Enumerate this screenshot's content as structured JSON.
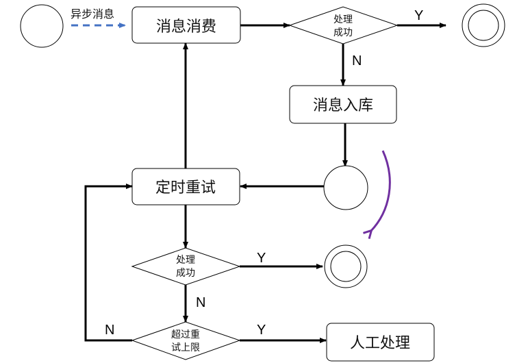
{
  "diagram": {
    "nodes": {
      "start": {
        "type": "circle",
        "label": ""
      },
      "consume": {
        "type": "process",
        "label": "消息消费"
      },
      "decision1": {
        "type": "decision",
        "line1": "处理",
        "line2": "成功"
      },
      "end1": {
        "type": "end",
        "label": ""
      },
      "store": {
        "type": "process",
        "label": "消息入库"
      },
      "junction": {
        "type": "circle",
        "label": ""
      },
      "retry": {
        "type": "process",
        "label": "定时重试"
      },
      "decision2": {
        "type": "decision",
        "line1": "处理",
        "line2": "成功"
      },
      "end2": {
        "type": "end",
        "label": ""
      },
      "decision3": {
        "type": "decision",
        "line1": "超过重",
        "line2": "试上限"
      },
      "manual": {
        "type": "process",
        "label": "人工处理"
      }
    },
    "edges": {
      "async": {
        "from": "start",
        "to": "consume",
        "label": "异步消息",
        "style": "dashed",
        "color": "#4472C4"
      },
      "consume_to_d1": {
        "from": "consume",
        "to": "decision1",
        "label": ""
      },
      "d1_yes": {
        "from": "decision1",
        "to": "end1",
        "label": "Y"
      },
      "d1_no": {
        "from": "decision1",
        "to": "store",
        "label": "N"
      },
      "store_to_junction": {
        "from": "store",
        "to": "junction",
        "label": ""
      },
      "junction_to_retry": {
        "from": "junction",
        "to": "retry",
        "label": ""
      },
      "retry_to_consume": {
        "from": "retry",
        "to": "consume",
        "label": ""
      },
      "retry_to_d2": {
        "from": "retry",
        "to": "decision2",
        "label": ""
      },
      "d2_yes": {
        "from": "decision2",
        "to": "end2",
        "label": "Y"
      },
      "d2_no": {
        "from": "decision2",
        "to": "decision3",
        "label": "N"
      },
      "d3_yes": {
        "from": "decision3",
        "to": "manual",
        "label": "Y"
      },
      "d3_no": {
        "from": "decision3",
        "to": "retry",
        "label": "N"
      }
    },
    "annotation": {
      "type": "curved-arrow",
      "color": "#7030A0"
    }
  }
}
